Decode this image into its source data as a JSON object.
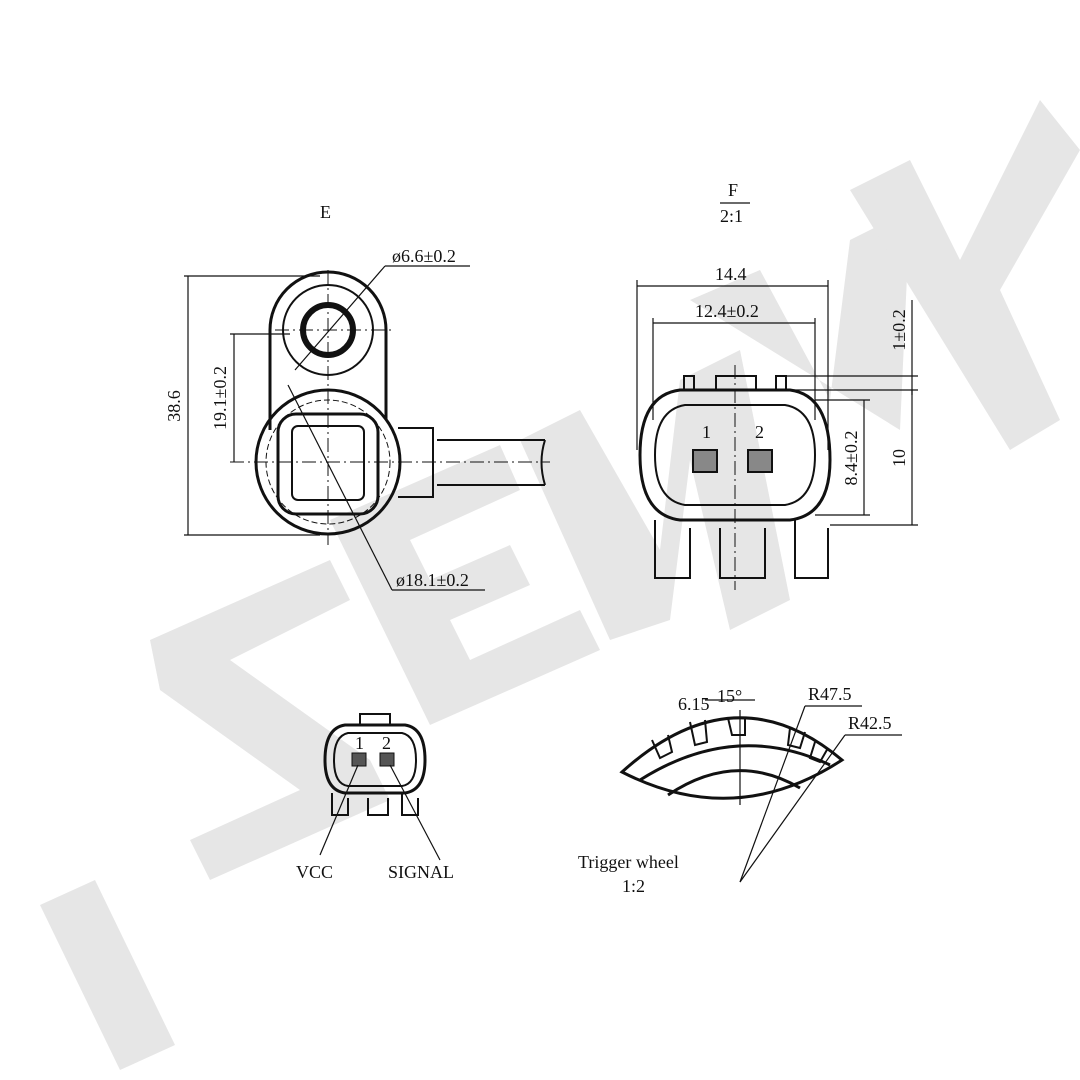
{
  "watermark": {
    "text": "ZENMEK",
    "color": "#e6e6e6"
  },
  "view_e": {
    "label": "E",
    "dim_hole": "ø6.6±0.2",
    "dim_height": "38.6",
    "dim_center": "19.1±0.2",
    "dim_body": "ø18.1±0.2"
  },
  "view_f": {
    "label": "F",
    "scale": "2:1",
    "dim_outer_width": "14.4",
    "dim_inner_width": "12.4±0.2",
    "dim_tab": "1±0.2",
    "dim_height": "10",
    "dim_inner_height": "8.4±0.2",
    "pin1": "1",
    "pin2": "2"
  },
  "pinout": {
    "pin1": "1",
    "pin2": "2",
    "label_vcc": "VCC",
    "label_signal": "SIGNAL"
  },
  "trigger_wheel": {
    "title": "Trigger wheel",
    "scale": "1:2",
    "dim_tooth": "6.15",
    "dim_angle": "15°",
    "dim_r_outer": "R47.5",
    "dim_r_inner": "R42.5"
  }
}
